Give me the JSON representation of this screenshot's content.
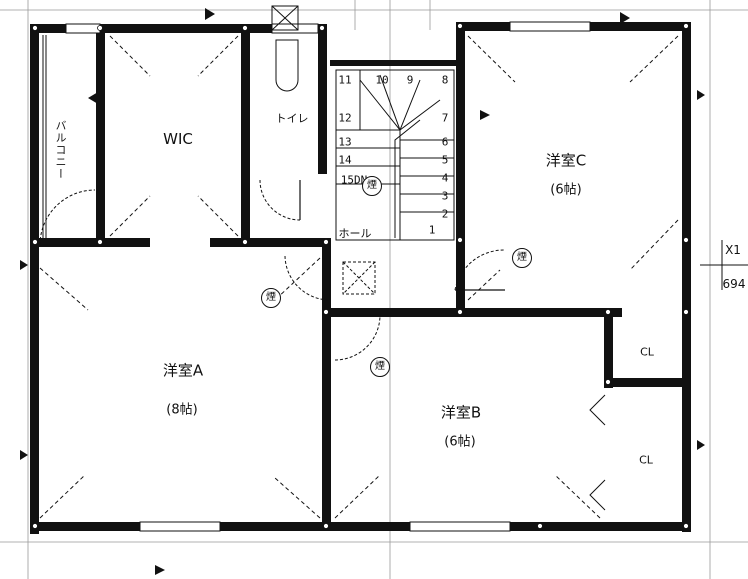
{
  "rooms": {
    "wic": "WIC",
    "toilet": "トイレ",
    "balcony": "バルコニー",
    "hall": "ホール",
    "room_a": "洋室A",
    "room_a_size": "(8帖)",
    "room_b": "洋室B",
    "room_b_size": "(6帖)",
    "room_c": "洋室C",
    "room_c_size": "(6帖)",
    "closet_upper": "CL",
    "closet_lower": "CL"
  },
  "stairs": {
    "steps": [
      "1",
      "2",
      "3",
      "4",
      "5",
      "6",
      "7",
      "8",
      "9",
      "10",
      "11",
      "12",
      "13",
      "14"
    ],
    "landing_label": "15DN"
  },
  "symbols": {
    "smoke_detector": "煙"
  },
  "dimensions": {
    "right_label": "X1",
    "right_value": "694"
  }
}
